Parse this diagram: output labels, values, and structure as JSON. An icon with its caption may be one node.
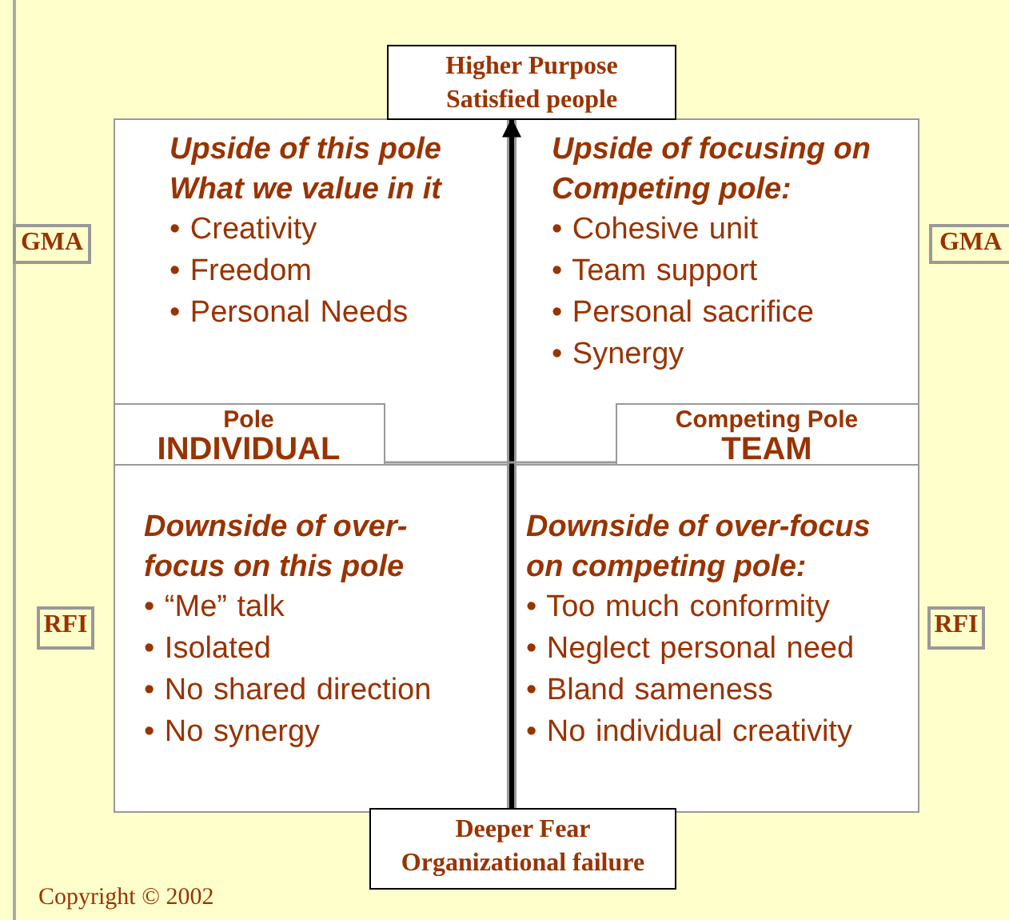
{
  "diagram": {
    "nodes": [
      {
        "text": [
          "Higher Purpose",
          "Satisfied people"
        ]
      },
      {
        "text": [
          "Upside of this pole What we value in it",
          "• Creativity",
          "• Freedom",
          "• Personal Needs"
        ]
      },
      {
        "text": [
          "Upside of focusing on Competing pole:",
          "• Cohesive unit",
          "• Team support",
          "• Personal sacrifice",
          "• Synergy"
        ]
      },
      {
        "text": [
          "Pole",
          "INDIVIDUAL"
        ],
        "in": 1
      },
      {
        "text": [
          "Competing Pole",
          "TEAM"
        ],
        "in": 2
      },
      {
        "text": [
          "Downside of over-focus on this pole",
          "• “Me” talk",
          "• Isolated",
          "• No shared direction",
          "• No synergy"
        ]
      },
      {
        "text": [
          "Downside of over-focus on competing pole:",
          "• Too much conformity",
          "• Neglect personal need",
          "• Bland sameness",
          "• No individual creativity"
        ]
      },
      {
        "text": [
          "Deeper Fear",
          "Organizational failure"
        ]
      },
      {
        "text": [
          "GMA"
        ]
      },
      {
        "text": [
          "GMA"
        ]
      },
      {
        "text": [
          "RFI"
        ]
      },
      {
        "text": [
          "RFI"
        ]
      }
    ],
    "edges": [
      {
        "from": 7,
        "to": 0,
        "arrow": "to",
        "style": "thick",
        "color": "#000000"
      },
      {
        "from": 3,
        "to": 4,
        "arrow": "none",
        "color": "#999999"
      }
    ],
    "labels": [
      "Copyright © 2002"
    ]
  }
}
